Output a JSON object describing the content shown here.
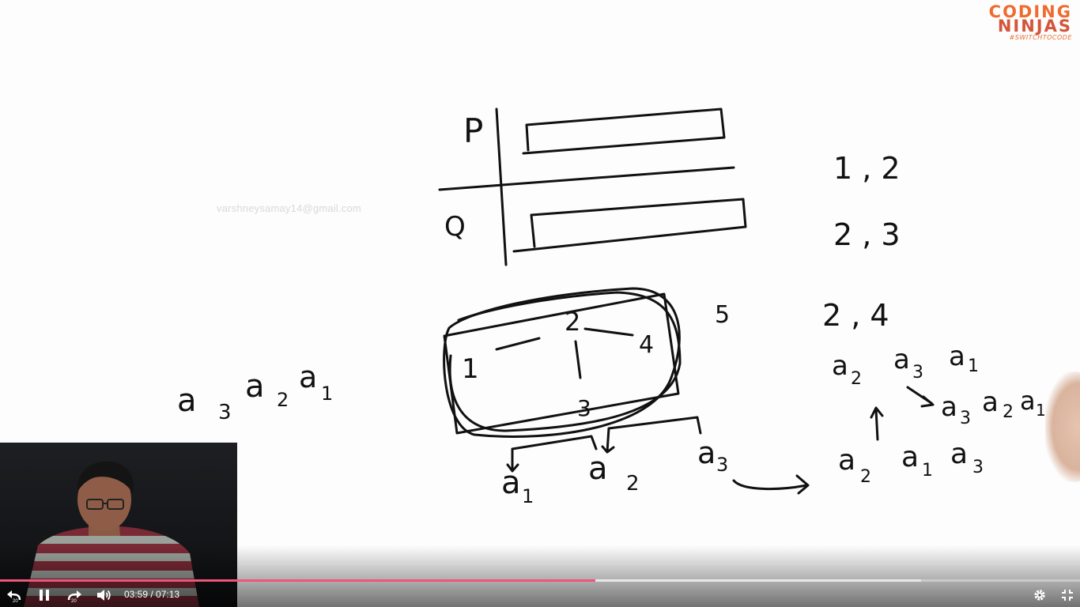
{
  "player": {
    "current_time": "03:59",
    "duration": "07:13",
    "time_separator": " / ",
    "played_fraction": 0.551,
    "buffered_fraction": 0.853,
    "rewind_seconds": "20",
    "forward_seconds": "20",
    "accent_color": "#f0557a"
  },
  "logo": {
    "line1": "CODING",
    "line2": "NINJAS",
    "tagline": "#SWITCHTOCODE",
    "color": "#ef6b2e"
  },
  "watermark": "varshneysamay14@gmail.com",
  "whiteboard": {
    "row_labels": [
      "P",
      "Q"
    ],
    "graph_nodes": [
      "1",
      "2",
      "3",
      "4"
    ],
    "isolated_node": "5",
    "edges_list": [
      "1 , 2",
      "2 , 3",
      "2 , 4"
    ],
    "left_sequence": [
      "a",
      "3",
      "a",
      "2",
      "a",
      "1"
    ],
    "branch_labels": [
      "a",
      "1",
      "a",
      "2",
      "a",
      "3"
    ],
    "right_seq_1": [
      "a",
      "2",
      "a",
      "3",
      "a",
      "1"
    ],
    "right_seq_2": [
      "a",
      "3",
      "a",
      "2",
      "a",
      "1"
    ],
    "right_seq_3": [
      "a",
      "2",
      "a",
      "1",
      "a",
      "3"
    ]
  },
  "icons": {
    "rewind": "rewind-20-icon",
    "pause": "pause-icon",
    "forward": "forward-20-icon",
    "volume": "volume-icon",
    "settings": "gear-icon",
    "exit_fullscreen": "exit-fullscreen-icon"
  }
}
